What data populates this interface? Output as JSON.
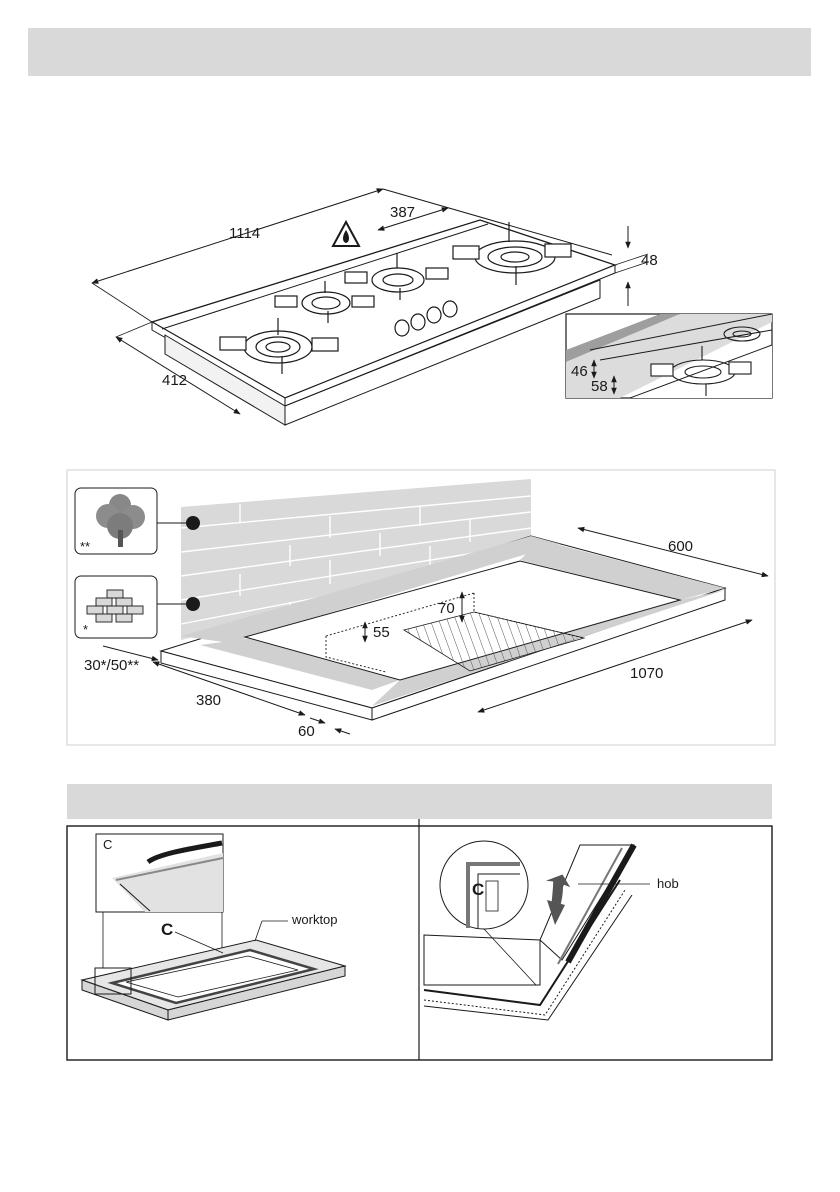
{
  "header_bar": "",
  "section_bar": "",
  "hob_dimensions": {
    "width": "1114",
    "depth": "412",
    "offset": "387",
    "height": "48",
    "inset_upper": "46",
    "inset_lower": "58"
  },
  "cutout_dimensions": {
    "width": "600",
    "length": "1070",
    "depth_front": "380",
    "front_gap": "60",
    "side_distance": "30*/50**",
    "clearance_upper": "70",
    "clearance_lower": "55"
  },
  "wall_markers": {
    "wood_mark": "**",
    "brick_mark": "*"
  },
  "sealing": {
    "inset_letter": "C",
    "left_letter": "C",
    "worktop_label": "worktop",
    "right_letter": "C",
    "hob_label": "hob"
  },
  "icons": [
    "gas-warning-icon",
    "tree-icon",
    "brick-wall-icon",
    "arrow-down-icon"
  ]
}
